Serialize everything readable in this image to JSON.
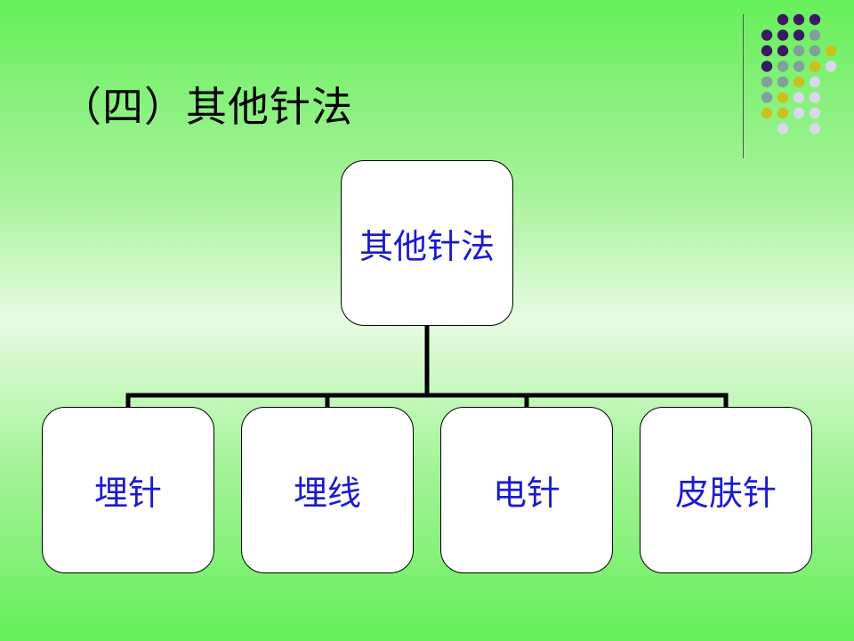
{
  "slide": {
    "title": "（四）其他针法"
  },
  "diagram": {
    "root": {
      "label": "其他针法"
    },
    "children": [
      {
        "label": "埋针"
      },
      {
        "label": "埋线"
      },
      {
        "label": "电针"
      },
      {
        "label": "皮肤针"
      }
    ]
  },
  "colors": {
    "node_text": "#1a1ad0",
    "connector": "#000000",
    "dot_purple": "#3b1a63",
    "dot_teal": "#7fa09b",
    "dot_yellow": "#c8c21b",
    "dot_lavender": "#d8d8ec"
  }
}
